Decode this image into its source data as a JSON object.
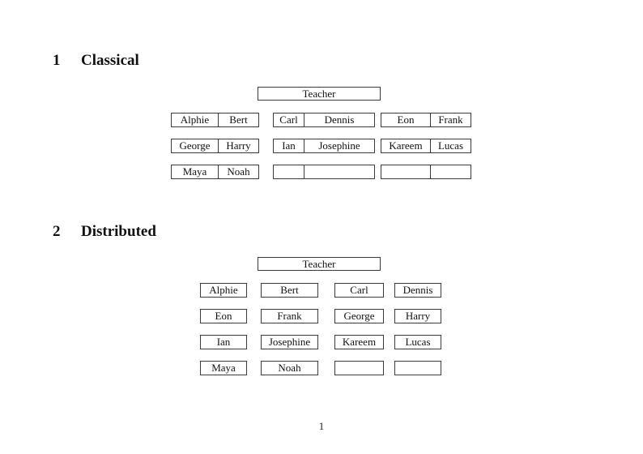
{
  "document": {
    "page_number": "1"
  },
  "sections": [
    {
      "number": "1",
      "title": "Classical",
      "teacher_label": "Teacher",
      "desk_rows": [
        [
          [
            "Alphie",
            "Bert"
          ],
          [
            "Carl",
            "Dennis"
          ],
          [
            "Eon",
            "Frank"
          ]
        ],
        [
          [
            "George",
            "Harry"
          ],
          [
            "Ian",
            "Josephine"
          ],
          [
            "Kareem",
            "Lucas"
          ]
        ],
        [
          [
            "Maya",
            "Noah"
          ],
          [
            "",
            ""
          ],
          [
            "",
            ""
          ]
        ]
      ]
    },
    {
      "number": "2",
      "title": "Distributed",
      "teacher_label": "Teacher",
      "desk_rows": [
        [
          "Alphie",
          "Bert",
          "Carl",
          "Dennis"
        ],
        [
          "Eon",
          "Frank",
          "George",
          "Harry"
        ],
        [
          "Ian",
          "Josephine",
          "Kareem",
          "Lucas"
        ],
        [
          "Maya",
          "Noah",
          "",
          ""
        ]
      ]
    }
  ]
}
